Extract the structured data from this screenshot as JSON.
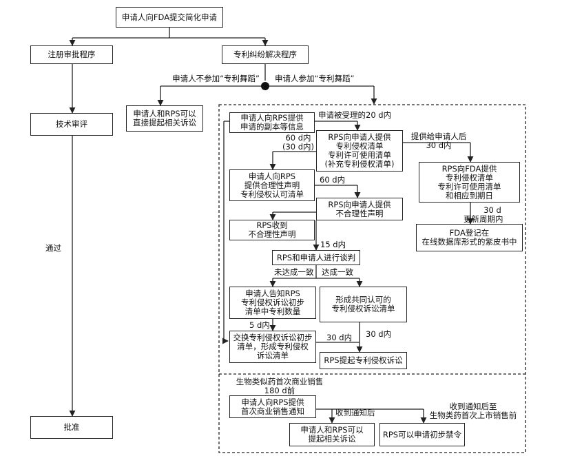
{
  "boxes": {
    "b1": "申请人向FDA提交简化申请",
    "b2": "注册审批程序",
    "b3": "专利纠纷解决程序",
    "b4": "技术审评",
    "b5": "申请人和RPS可以\n直接提起相关诉讼",
    "b6": "批准",
    "b7": "申请人向RPS提供\n申请的副本等信息",
    "b8": "RPS向申请人提供\n专利侵权清单\n专利许可使用清单\n(补充专利侵权清单)",
    "b9": "申请人向RPS\n提供合理性声明\n专利侵权认可清单",
    "b10": "RPS向FDA提供\n专利侵权清单\n专利许可使用清单\n和相应到期日",
    "b11": "RPS向申请人提供\n不合理性声明",
    "b12": "FDA登记在\n在线数据库形式的紫皮书中",
    "b13": "RPS收到\n不合理性声明",
    "b14": "RPS和申请人进行谈判",
    "b15": "申请人告知RPS\n专利侵权诉讼初步\n清单中专利数量",
    "b16": "形成共同认可的\n专利侵权诉讼清单",
    "b17": "交换专利侵权诉讼初步\n清单，形成专利侵权\n诉讼清单",
    "b18": "RPS提起专利侵权诉讼",
    "b19": "申请人向RPS提供\n首次商业销售通知",
    "b20": "申请人和RPS可以\n提起相关诉讼",
    "b21": "RPS可以申请初步禁令"
  },
  "labels": {
    "not_participate": "申请人不参加“专利舞蹈”",
    "participate": "申请人参加“专利舞蹈”",
    "pass": "通过",
    "within_20d": "申请被受理的20 d内",
    "within_60d_30d": "60 d内\n(30 d内)",
    "after_provide": "提供给申请人后\n30 d内",
    "within_60d": "60 d内",
    "within_30d_a": "30 d",
    "update_period": "更新周期内",
    "within_15d": "15 d内",
    "no_agreement": "未达成一致",
    "agreement": "达成一致",
    "within_5d": "5 d内",
    "within_30d_b": "30 d内",
    "within_30d_c": "30 d内",
    "biosimilar_sale": "生物类似药首次商业销售\n180 d前",
    "after_notice": "收到通知后",
    "after_notice_launch": "收到通知后至\n生物类药首次上市销售前"
  }
}
